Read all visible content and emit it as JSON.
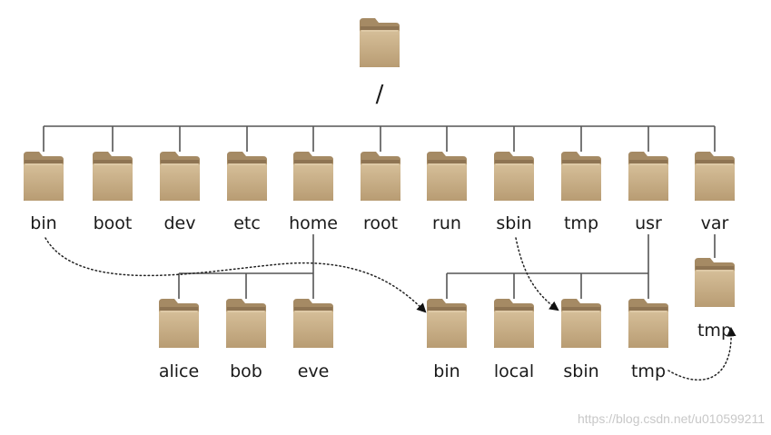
{
  "root": {
    "label": "/"
  },
  "top_level": [
    {
      "id": "bin",
      "label": "bin"
    },
    {
      "id": "boot",
      "label": "boot"
    },
    {
      "id": "dev",
      "label": "dev"
    },
    {
      "id": "etc",
      "label": "etc"
    },
    {
      "id": "home",
      "label": "home"
    },
    {
      "id": "root",
      "label": "root"
    },
    {
      "id": "run",
      "label": "run"
    },
    {
      "id": "sbin",
      "label": "sbin"
    },
    {
      "id": "tmp",
      "label": "tmp"
    },
    {
      "id": "usr",
      "label": "usr"
    },
    {
      "id": "var",
      "label": "var"
    }
  ],
  "home_children": [
    {
      "id": "alice",
      "label": "alice"
    },
    {
      "id": "bob",
      "label": "bob"
    },
    {
      "id": "eve",
      "label": "eve"
    }
  ],
  "usr_children": [
    {
      "id": "usr-bin",
      "label": "bin"
    },
    {
      "id": "usr-local",
      "label": "local"
    },
    {
      "id": "usr-sbin",
      "label": "sbin"
    },
    {
      "id": "usr-tmp",
      "label": "tmp"
    }
  ],
  "var_children": [
    {
      "id": "var-tmp",
      "label": "tmp"
    }
  ],
  "symlinks": [
    {
      "from": "bin",
      "to": "usr-bin"
    },
    {
      "from": "sbin",
      "to": "usr-sbin"
    },
    {
      "from": "usr-tmp",
      "to": "var-tmp"
    }
  ],
  "colors": {
    "folder_body": "#c8ae86",
    "folder_tab": "#a58a64",
    "folder_dark": "#8e7453",
    "tree_line": "#555555",
    "link_line": "#222222"
  },
  "watermark": "https://blog.csdn.net/u010599211"
}
